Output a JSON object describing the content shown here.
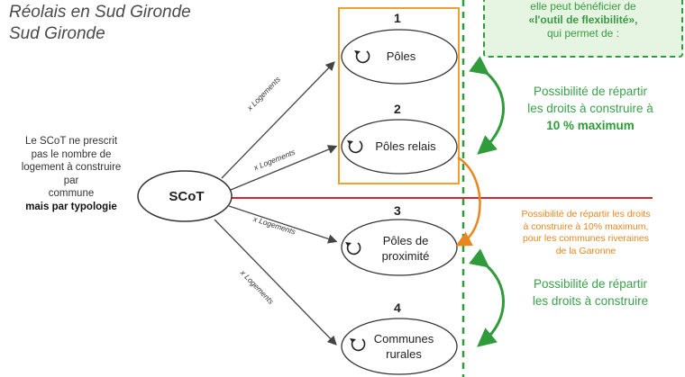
{
  "title": {
    "line1": "Réolais en Sud Gironde",
    "line2": "Sud Gironde"
  },
  "left_note": {
    "line1": "Le SCoT ne prescrit",
    "line2": "pas le nombre de",
    "line3": "logement à construire",
    "line4": "par",
    "line5": "commune",
    "line6": "mais par typologie"
  },
  "scot": {
    "label": "SCoT"
  },
  "arrow_label": "x Logements",
  "typologies": [
    {
      "number": "1",
      "label": "Pôles"
    },
    {
      "number": "2",
      "label": "Pôles relais"
    },
    {
      "number": "3",
      "label_line1": "Pôles de",
      "label_line2": "proximité"
    },
    {
      "number": "4",
      "label_line1": "Communes",
      "label_line2": "rurales"
    }
  ],
  "flex_box": {
    "line1": "elle peut bénéficier de",
    "line2": "«l'outil de flexibilité»,",
    "line3": "qui permet de :"
  },
  "green_note_1": {
    "line1": "Possibilité de répartir",
    "line2": "les droits à construire à",
    "line3": "10 % maximum"
  },
  "orange_note": {
    "line1": "Possibilité de répartir les droits",
    "line2": "à construire à 10% maximum,",
    "line3": "pour les communes riveraines",
    "line4": "de la Garonne"
  },
  "green_note_2": {
    "line1": "Possibilité de répartir",
    "line2": "les droits à construire"
  },
  "colors": {
    "green": "#2f9b3a",
    "green_text": "#3aa14a",
    "orange": "#e8861f",
    "red_line": "#d9242b",
    "frame_orange": "#f0a030"
  }
}
